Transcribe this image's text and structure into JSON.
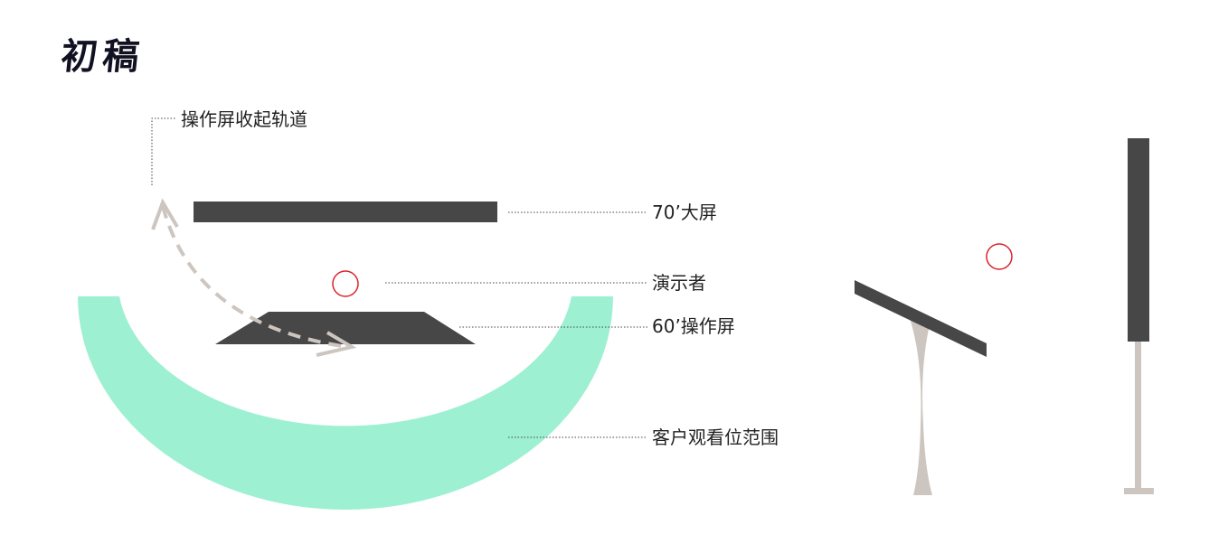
{
  "title": "初稿",
  "labels": {
    "retract_rail": "操作屏收起轨道",
    "big_screen": "70’大屏",
    "presenter": "演示者",
    "operation_screen": "60’操作屏",
    "audience_area": "客户观看位范围"
  },
  "colors": {
    "screen": "#474747",
    "audience_area": "#9df0d2",
    "arrow": "#cdc6c0",
    "presenter_marker": "#d9222a",
    "stand": "#cdc6c0",
    "leader_line": "#444444",
    "title": "#111122"
  }
}
